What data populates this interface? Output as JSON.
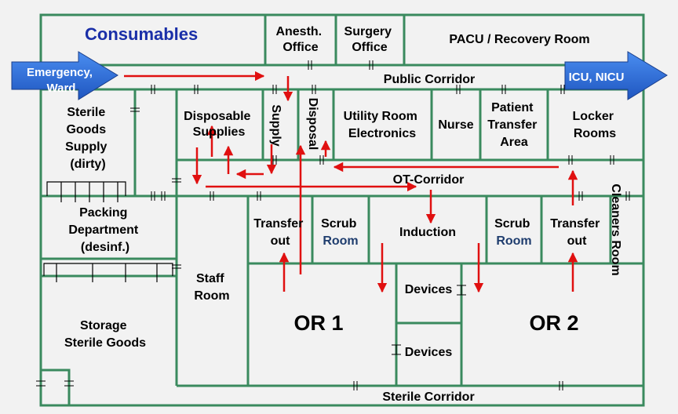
{
  "title": "Consumables",
  "entrances": {
    "left": [
      "Emergency,",
      "Ward"
    ],
    "right": [
      "ICU, NICU"
    ]
  },
  "corridors": {
    "public": "Public Corridor",
    "ot": "OT-Corridor",
    "sterile": "Sterile Corridor"
  },
  "rooms": {
    "anesth": [
      "Anesth.",
      "Office"
    ],
    "surgery": [
      "Surgery",
      "Office"
    ],
    "pacu": [
      "PACU / Recovery Room"
    ],
    "sterile_goods_supply": [
      "Sterile",
      "Goods",
      "Supply",
      "(dirty)"
    ],
    "disposable": [
      "Disposable",
      "Supplies"
    ],
    "supply": "Supply",
    "disposal": "Disposal",
    "utility": [
      "Utility Room",
      "Electronics"
    ],
    "nurse": "Nurse",
    "patient_transfer": [
      "Patient",
      "Transfer",
      "Area"
    ],
    "locker": [
      "Locker",
      "Rooms"
    ],
    "packing": [
      "Packing",
      "Department",
      "(desinf.)"
    ],
    "staff": [
      "Staff",
      "Room"
    ],
    "transfer_out_1": [
      "Transfer",
      "out"
    ],
    "scrub_1": [
      "Scrub",
      "Room"
    ],
    "induction": "Induction",
    "scrub_2": [
      "Scrub",
      "Room"
    ],
    "transfer_out_2": [
      "Transfer",
      "out"
    ],
    "cleaners": "Cleaners Room",
    "storage": [
      "Storage",
      "Sterile Goods"
    ],
    "or1": "OR 1",
    "or2": "OR 2",
    "devices_1": "Devices",
    "devices_2": "Devices"
  },
  "colors": {
    "wall": "#3a8a5e",
    "flow_arrow": "#e01010",
    "entrance_arrow": "#2f6fd8",
    "title": "#1a2fa8",
    "scrub_room_word": "#1f3d6e"
  }
}
